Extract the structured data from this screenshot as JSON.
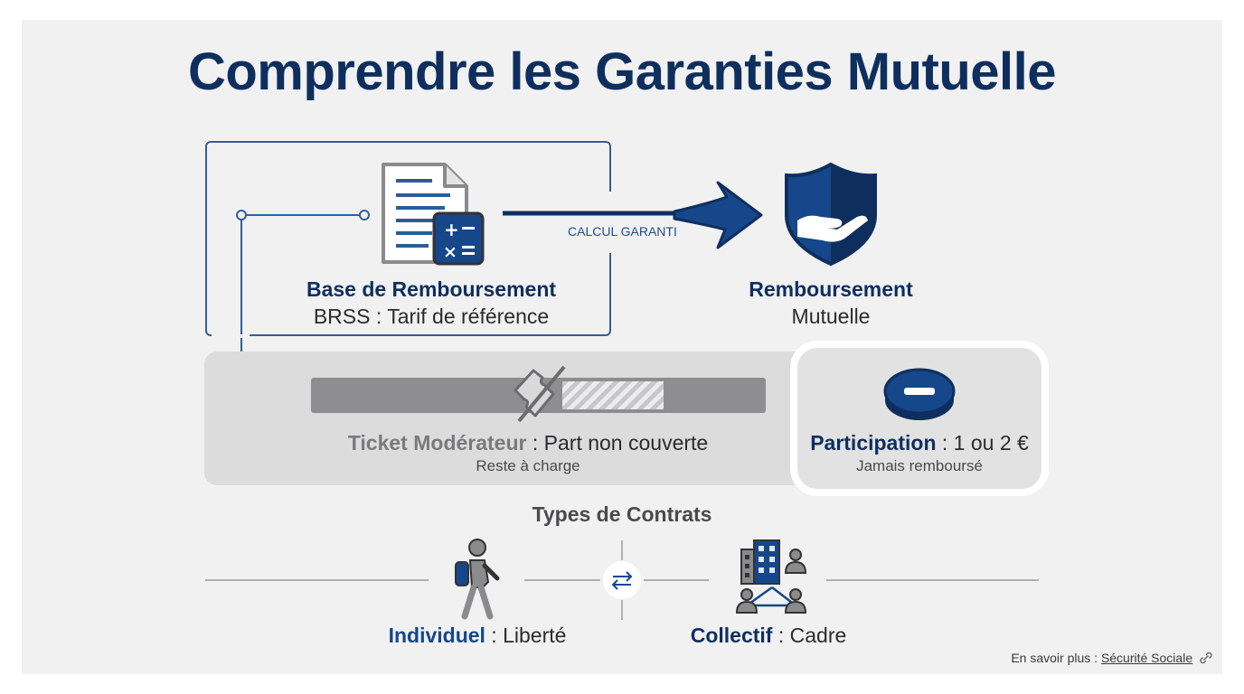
{
  "title": "Comprendre les Garanties Mutuelle",
  "flow": {
    "base": {
      "label_bold": "Base de Remboursement",
      "label_sub": "BRSS : Tarif de référence",
      "icon": "document-calculator-icon"
    },
    "arrow_label": "CALCUL GARANTI",
    "mutuelle": {
      "label_bold": "Remboursement",
      "label_sub": "Mutuelle",
      "icon": "shield-hand-icon"
    }
  },
  "ticket": {
    "label_bold": "Ticket Modérateur",
    "label_rest": " : Part non couverte",
    "sub": "Reste à charge",
    "icon": "broken-ticket-icon"
  },
  "participation": {
    "label_bold": "Participation",
    "label_rest": " : 1 ou 2 €",
    "sub": "Jamais remboursé",
    "icon": "coin-minus-icon"
  },
  "contracts": {
    "heading": "Types de Contrats",
    "individuel": {
      "label_bold": "Individuel",
      "label_rest": " : Liberté",
      "icon": "hiker-icon"
    },
    "swap_icon": "swap-arrows-icon",
    "collectif": {
      "label_bold": "Collectif",
      "label_rest": " : Cadre",
      "icon": "building-network-icon"
    }
  },
  "footer": {
    "prefix": "En savoir plus : ",
    "link_text": "Sécurité Sociale",
    "icon": "link-icon"
  },
  "colors": {
    "navy": "#0e2f5e",
    "blue": "#15478a",
    "gray_panel": "#dcdcdd",
    "background": "#f1f1f2"
  }
}
